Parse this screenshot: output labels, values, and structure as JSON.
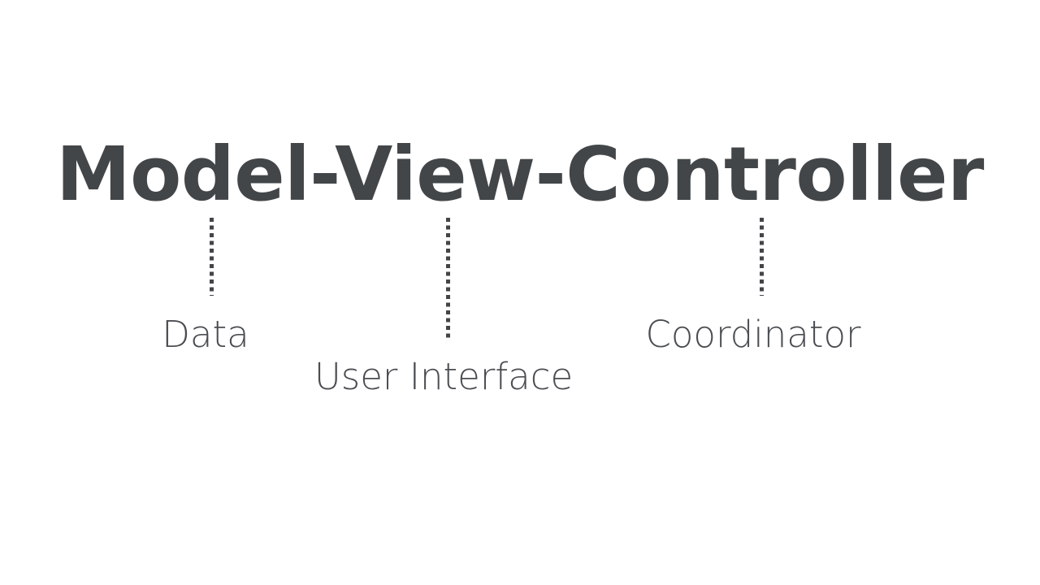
{
  "slide": {
    "background_color": "#ffffff",
    "text_color": "#434649",
    "label_color": "#4a4d51",
    "title": "Model-View-Controller",
    "connectors": [
      {
        "name": "model",
        "target": "Data"
      },
      {
        "name": "view",
        "target": "User Interface"
      },
      {
        "name": "controller",
        "target": "Coordinator"
      }
    ],
    "labels": {
      "model": "Data",
      "view": "User Interface",
      "controller": "Coordinator"
    }
  }
}
